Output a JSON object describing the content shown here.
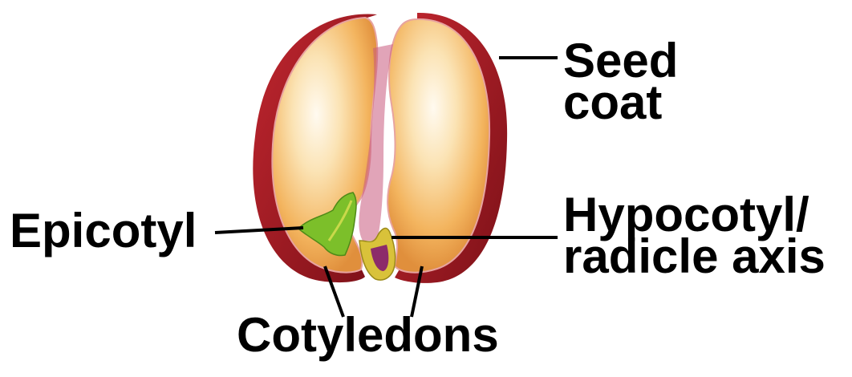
{
  "labels": {
    "seed_coat": [
      "Seed",
      "coat"
    ],
    "epicotyl": "Epicotyl",
    "hypocotyl_radicle_axis": [
      "Hypocotyl/",
      "radicle axis"
    ],
    "cotyledons": "Cotyledons"
  },
  "colors": {
    "seed_coat": "#9b1c24",
    "cotyledon_fill": "#f2b35a",
    "cotyledon_highlight": "#fff6e4",
    "epicotyl": "#7cbf2a",
    "hypocotyl": "#d9c23a",
    "label_text": "#000000",
    "leader_line": "#000000"
  }
}
